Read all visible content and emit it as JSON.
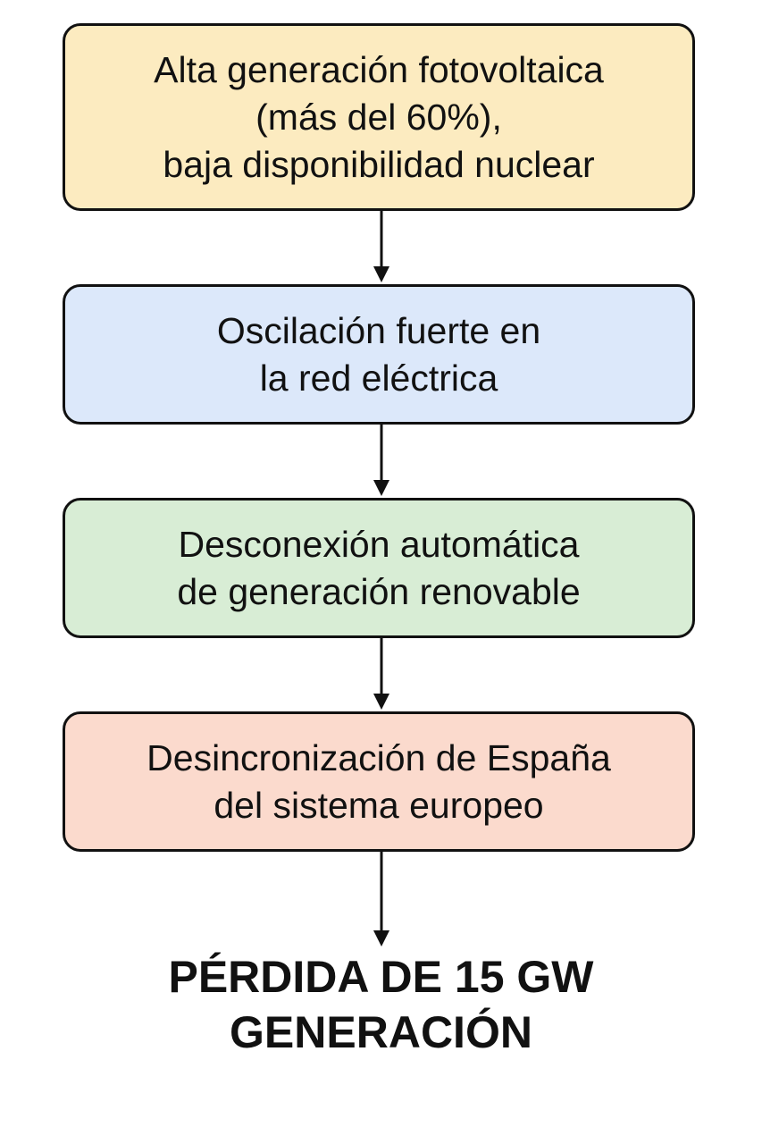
{
  "steps": [
    {
      "lines": [
        "Alta generación fotovoltaica",
        "(más del 60%),",
        "baja disponibilidad nuclear"
      ],
      "color": "#FCEBC0"
    },
    {
      "lines": [
        "Oscilación fuerte en",
        "la red eléctrica"
      ],
      "color": "#DCE8FA"
    },
    {
      "lines": [
        "Desconexión automática",
        "de generación renovable"
      ],
      "color": "#D8EDD5"
    },
    {
      "lines": [
        "Desincronización de España",
        "del sistema europeo"
      ],
      "color": "#FBDACD"
    }
  ],
  "result": {
    "lines": [
      "PÉRDIDA DE 15 GW",
      "GENERACIÓN"
    ]
  },
  "colors": {
    "border": "#111111",
    "arrow": "#111111",
    "background": "#FFFFFF"
  }
}
